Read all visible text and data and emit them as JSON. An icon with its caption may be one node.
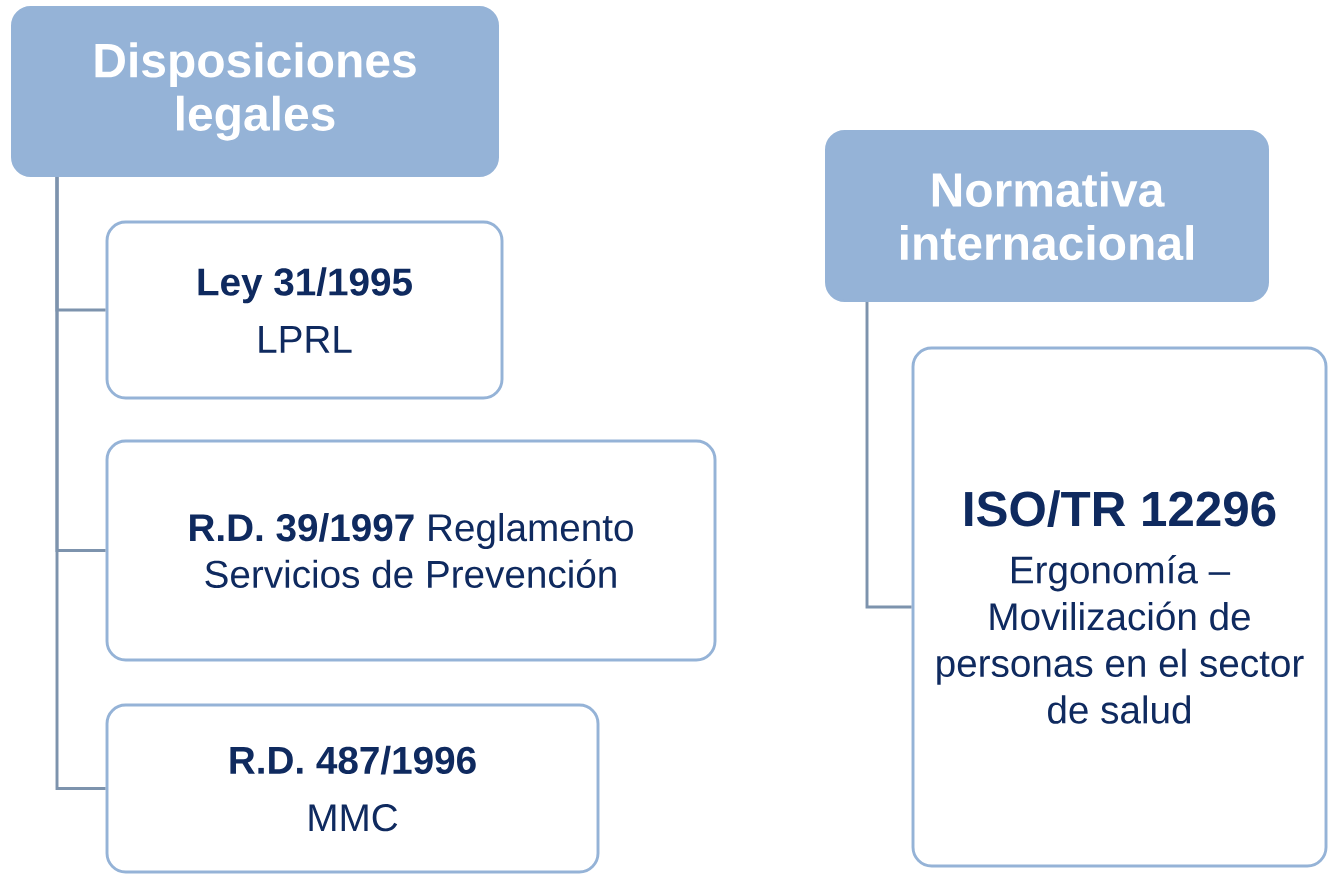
{
  "diagram": {
    "nodes": [
      {
        "text": [
          "Disposiciones legales"
        ]
      },
      {
        "text": [
          "Ley 31/1995",
          "LPRL"
        ]
      },
      {
        "text": [
          "**R.D. 39/1997** Reglamento Servicios de Prevención"
        ]
      },
      {
        "text": [
          "R.D. 487/1996",
          "MMC"
        ]
      },
      {
        "text": [
          "Normativa internacional"
        ]
      },
      {
        "text": [
          "ISO/TR 12296",
          "Ergonomía – Movilización de personas en el sector de salud"
        ]
      }
    ],
    "edges": [
      {
        "from": 0,
        "to": 1,
        "arrow": "none"
      },
      {
        "from": 0,
        "to": 2,
        "arrow": "none"
      },
      {
        "from": 0,
        "to": 3,
        "arrow": "none"
      },
      {
        "from": 4,
        "to": 5,
        "arrow": "none"
      }
    ]
  }
}
